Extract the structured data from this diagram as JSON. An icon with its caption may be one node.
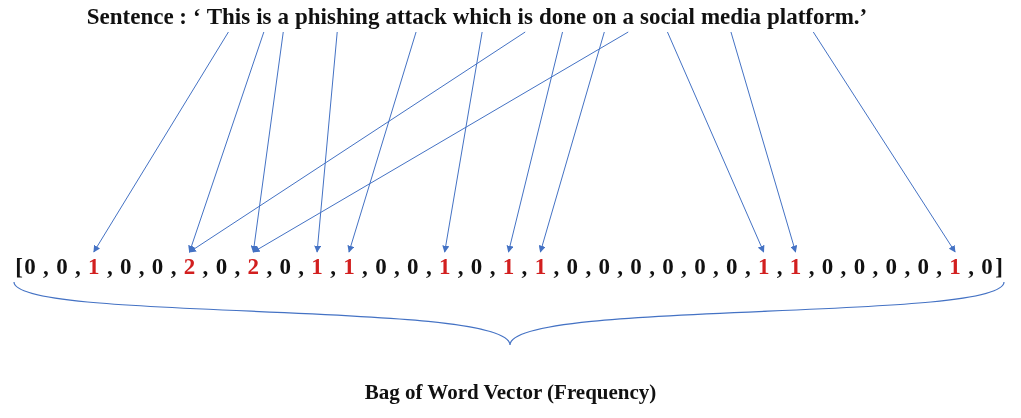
{
  "diagram": {
    "caption": "Bag of Word Vector (Frequency)",
    "nodes": [
      {
        "text": [
          "This"
        ]
      },
      {
        "text": [
          "is"
        ]
      },
      {
        "text": [
          "a"
        ]
      },
      {
        "text": [
          "phishing"
        ]
      },
      {
        "text": [
          "attack"
        ]
      },
      {
        "text": [
          "which"
        ]
      },
      {
        "text": [
          "is"
        ]
      },
      {
        "text": [
          "done"
        ]
      },
      {
        "text": [
          "on"
        ]
      },
      {
        "text": [
          "a"
        ]
      },
      {
        "text": [
          "social"
        ]
      },
      {
        "text": [
          "media"
        ]
      },
      {
        "text": [
          "platform."
        ]
      },
      {
        "text": [
          "0"
        ]
      },
      {
        "text": [
          "0"
        ]
      },
      {
        "text": [
          "1"
        ]
      },
      {
        "text": [
          "0"
        ]
      },
      {
        "text": [
          "0"
        ]
      },
      {
        "text": [
          "2"
        ]
      },
      {
        "text": [
          "0"
        ]
      },
      {
        "text": [
          "2"
        ]
      },
      {
        "text": [
          "0"
        ]
      },
      {
        "text": [
          "1"
        ]
      },
      {
        "text": [
          "1"
        ]
      },
      {
        "text": [
          "0"
        ]
      },
      {
        "text": [
          "0"
        ]
      },
      {
        "text": [
          "1"
        ]
      },
      {
        "text": [
          "0"
        ]
      },
      {
        "text": [
          "1"
        ]
      },
      {
        "text": [
          "1"
        ]
      },
      {
        "text": [
          "0"
        ]
      },
      {
        "text": [
          "0"
        ]
      },
      {
        "text": [
          "0"
        ]
      },
      {
        "text": [
          "0"
        ]
      },
      {
        "text": [
          "0"
        ]
      },
      {
        "text": [
          "0"
        ]
      },
      {
        "text": [
          "1"
        ]
      },
      {
        "text": [
          "1"
        ]
      },
      {
        "text": [
          "0"
        ]
      },
      {
        "text": [
          "0"
        ]
      },
      {
        "text": [
          "0"
        ]
      },
      {
        "text": [
          "0"
        ]
      },
      {
        "text": [
          "1"
        ]
      },
      {
        "text": [
          "0"
        ]
      }
    ],
    "edges": [
      {
        "from": 0,
        "to": 15,
        "arrow": "to"
      },
      {
        "from": 1,
        "to": 18,
        "arrow": "to"
      },
      {
        "from": 2,
        "to": 20,
        "arrow": "to"
      },
      {
        "from": 3,
        "to": 22,
        "arrow": "to"
      },
      {
        "from": 4,
        "to": 23,
        "arrow": "to"
      },
      {
        "from": 5,
        "to": 26,
        "arrow": "to"
      },
      {
        "from": 6,
        "to": 18,
        "arrow": "to"
      },
      {
        "from": 7,
        "to": 28,
        "arrow": "to"
      },
      {
        "from": 8,
        "to": 29,
        "arrow": "to"
      },
      {
        "from": 9,
        "to": 20,
        "arrow": "to"
      },
      {
        "from": 10,
        "to": 36,
        "arrow": "to"
      },
      {
        "from": 11,
        "to": 37,
        "arrow": "to"
      },
      {
        "from": 12,
        "to": 42,
        "arrow": "to"
      }
    ],
    "labels": [
      "Sentence :",
      "‘",
      "’",
      "[",
      ",",
      ",",
      ",",
      ",",
      ",",
      ",",
      ",",
      ",",
      ",",
      ",",
      ",",
      ",",
      ",",
      ",",
      ",",
      ",",
      ",",
      ",",
      ",",
      ",",
      ",",
      ",",
      ",",
      ",",
      ",",
      ",",
      ",",
      ",",
      ",",
      ",",
      "]"
    ]
  }
}
